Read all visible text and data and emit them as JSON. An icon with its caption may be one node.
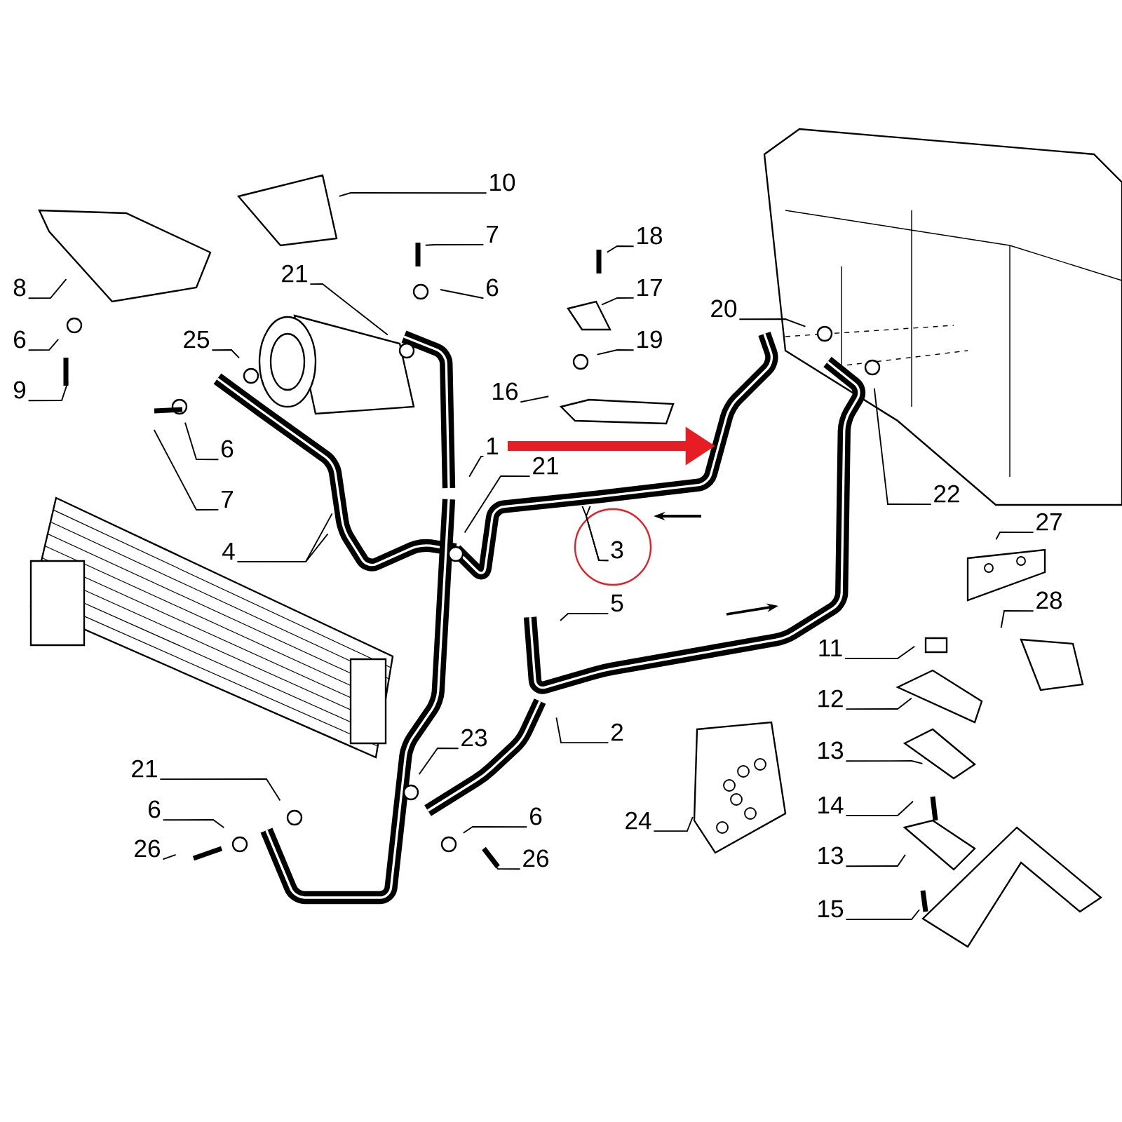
{
  "diagram": {
    "nodes": [
      {
        "text": [
          "10"
        ]
      },
      {
        "text": [
          "7"
        ]
      },
      {
        "text": [
          "6"
        ]
      },
      {
        "text": [
          "8"
        ]
      },
      {
        "text": [
          "21"
        ]
      },
      {
        "text": [
          "6"
        ]
      },
      {
        "text": [
          "9"
        ]
      },
      {
        "text": [
          "25"
        ]
      },
      {
        "text": [
          "6"
        ]
      },
      {
        "text": [
          "7"
        ]
      },
      {
        "text": [
          "4"
        ]
      },
      {
        "text": [
          "1"
        ]
      },
      {
        "text": [
          "21"
        ]
      },
      {
        "text": [
          "16"
        ]
      },
      {
        "text": [
          "18"
        ]
      },
      {
        "text": [
          "17"
        ]
      },
      {
        "text": [
          "19"
        ]
      },
      {
        "text": [
          "20"
        ]
      },
      {
        "text": [
          "22"
        ]
      },
      {
        "text": [
          "3"
        ]
      },
      {
        "text": [
          "5"
        ]
      },
      {
        "text": [
          "27"
        ]
      },
      {
        "text": [
          "28"
        ]
      },
      {
        "text": [
          "11"
        ]
      },
      {
        "text": [
          "12"
        ]
      },
      {
        "text": [
          "13"
        ]
      },
      {
        "text": [
          "14"
        ]
      },
      {
        "text": [
          "13"
        ]
      },
      {
        "text": [
          "15"
        ]
      },
      {
        "text": [
          "2"
        ]
      },
      {
        "text": [
          "24"
        ]
      },
      {
        "text": [
          "23"
        ]
      },
      {
        "text": [
          "21"
        ]
      },
      {
        "text": [
          "6"
        ]
      },
      {
        "text": [
          "26"
        ]
      },
      {
        "text": [
          "6"
        ]
      },
      {
        "text": [
          "26"
        ]
      }
    ],
    "edges": [
      {
        "from": 0,
        "to": null,
        "arrow": "none"
      },
      {
        "from": 1,
        "to": null,
        "arrow": "none"
      },
      {
        "from": 2,
        "to": null,
        "arrow": "none"
      },
      {
        "from": 3,
        "to": null,
        "arrow": "none"
      },
      {
        "from": 4,
        "to": null,
        "arrow": "none"
      },
      {
        "from": 5,
        "to": null,
        "arrow": "none"
      },
      {
        "from": 6,
        "to": null,
        "arrow": "none"
      },
      {
        "from": 7,
        "to": null,
        "arrow": "none"
      },
      {
        "from": 8,
        "to": null,
        "arrow": "none"
      },
      {
        "from": 9,
        "to": null,
        "arrow": "none"
      },
      {
        "from": 10,
        "to": null,
        "arrow": "none"
      },
      {
        "from": 10,
        "to": null,
        "arrow": "none"
      },
      {
        "from": 11,
        "to": null,
        "arrow": "none"
      },
      {
        "from": 12,
        "to": null,
        "arrow": "none"
      },
      {
        "from": 13,
        "to": null,
        "arrow": "none"
      },
      {
        "from": 14,
        "to": null,
        "arrow": "none"
      },
      {
        "from": 15,
        "to": null,
        "arrow": "none"
      },
      {
        "from": 16,
        "to": null,
        "arrow": "none"
      },
      {
        "from": 17,
        "to": null,
        "arrow": "none"
      },
      {
        "from": 18,
        "to": null,
        "arrow": "none"
      },
      {
        "from": 19,
        "to": null,
        "arrow": "none"
      },
      {
        "from": 19,
        "to": null,
        "arrow": "none"
      },
      {
        "from": 20,
        "to": null,
        "arrow": "none"
      },
      {
        "from": 21,
        "to": null,
        "arrow": "none"
      },
      {
        "from": 22,
        "to": null,
        "arrow": "none"
      },
      {
        "from": 23,
        "to": null,
        "arrow": "none"
      },
      {
        "from": 24,
        "to": null,
        "arrow": "none"
      },
      {
        "from": 25,
        "to": null,
        "arrow": "none"
      },
      {
        "from": 26,
        "to": null,
        "arrow": "none"
      },
      {
        "from": 27,
        "to": null,
        "arrow": "none"
      },
      {
        "from": 28,
        "to": null,
        "arrow": "none"
      },
      {
        "from": 29,
        "to": null,
        "arrow": "none"
      },
      {
        "from": 30,
        "to": null,
        "arrow": "none"
      },
      {
        "from": 31,
        "to": null,
        "arrow": "none"
      },
      {
        "from": 32,
        "to": null,
        "arrow": "none"
      },
      {
        "from": 33,
        "to": null,
        "arrow": "none"
      },
      {
        "from": 34,
        "to": null,
        "arrow": "none"
      },
      {
        "from": 35,
        "to": null,
        "arrow": "none"
      },
      {
        "from": 36,
        "to": null,
        "arrow": "none"
      }
    ]
  }
}
